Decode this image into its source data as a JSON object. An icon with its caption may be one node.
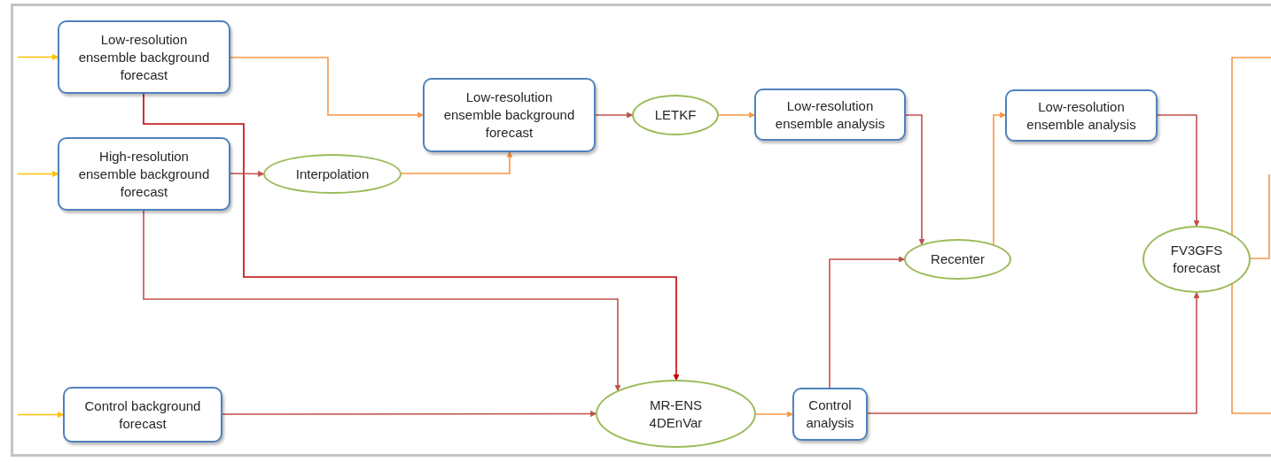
{
  "diagram": {
    "nodes": [
      {
        "text": [
          "Low-resolution ensemble background forecast"
        ]
      },
      {
        "text": [
          "Low-resolution ensemble background forecast"
        ]
      },
      {
        "text": [
          "High-resolution ensemble background forecast"
        ]
      },
      {
        "text": [
          "Interpolation"
        ]
      },
      {
        "text": [
          "LETKF"
        ]
      },
      {
        "text": [
          "Low-resolution ensemble analysis"
        ]
      },
      {
        "text": [
          "Low-resolution ensemble analysis"
        ]
      },
      {
        "text": [
          "Recenter"
        ]
      },
      {
        "text": [
          "FV3GFS forecast"
        ]
      },
      {
        "text": [
          "Control background forecast"
        ]
      },
      {
        "text": [
          "MR-ENS 4DEnVar"
        ]
      },
      {
        "text": [
          "Control analysis"
        ]
      }
    ],
    "edges": [
      {
        "from": null,
        "to": 0,
        "arrow": "to",
        "color": "#ffc000"
      },
      {
        "from": null,
        "to": 2,
        "arrow": "to",
        "color": "#ffc000"
      },
      {
        "from": null,
        "to": 9,
        "arrow": "to",
        "color": "#ffc000"
      },
      {
        "from": 0,
        "to": 1,
        "arrow": "to",
        "color": "#f79646"
      },
      {
        "from": 0,
        "to": 10,
        "arrow": "to",
        "color": "#c00000"
      },
      {
        "from": 2,
        "to": 3,
        "arrow": "to"
      },
      {
        "from": 3,
        "to": 1,
        "arrow": "to",
        "color": "#f79646"
      },
      {
        "from": 1,
        "to": 4,
        "arrow": "to"
      },
      {
        "from": 4,
        "to": 5,
        "arrow": "to",
        "color": "#f79646"
      },
      {
        "from": 5,
        "to": 7,
        "arrow": "to"
      },
      {
        "from": 7,
        "to": 6,
        "arrow": "to",
        "color": "#f79646"
      },
      {
        "from": 6,
        "to": 8,
        "arrow": "to"
      },
      {
        "from": 2,
        "to": 10,
        "arrow": "to"
      },
      {
        "from": 9,
        "to": 10,
        "arrow": "to"
      },
      {
        "from": 10,
        "to": 11,
        "arrow": "to",
        "color": "#f79646"
      },
      {
        "from": 11,
        "to": 7,
        "arrow": "to"
      },
      {
        "from": 11,
        "to": 8,
        "arrow": "to"
      },
      {
        "from": 8,
        "to": null,
        "arrow": "none",
        "color": "#f79646"
      },
      {
        "from": 8,
        "to": null,
        "arrow": "none",
        "color": "#f79646"
      },
      {
        "from": 8,
        "to": null,
        "arrow": "none",
        "color": "#f79646"
      }
    ]
  }
}
